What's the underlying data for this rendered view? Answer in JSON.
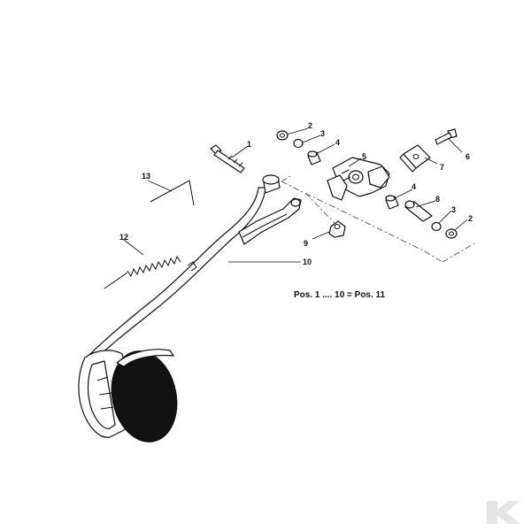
{
  "diagram": {
    "labels": {
      "p1": "1",
      "p2a": "2",
      "p2b": "2",
      "p3a": "3",
      "p3b": "3",
      "p4a": "4",
      "p4b": "4",
      "p5": "5",
      "p6": "6",
      "p7": "7",
      "p8": "8",
      "p9": "9",
      "p10": "10",
      "p12": "12",
      "p13": "13"
    },
    "note": "Pos. 1 .... 10 = Pos. 11"
  },
  "logo": {
    "icon": "k-logo-icon",
    "color": "#e6e6e6"
  }
}
